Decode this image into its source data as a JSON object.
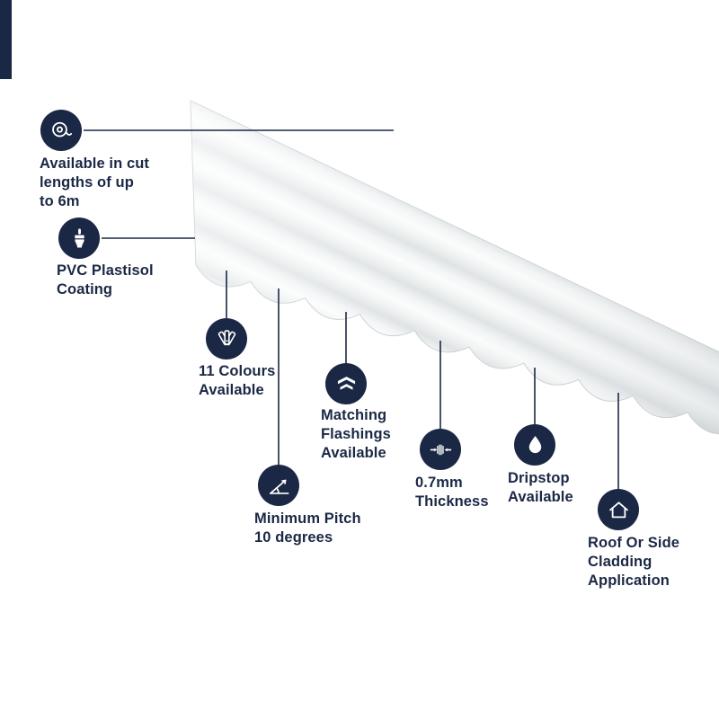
{
  "colors": {
    "navy": "#1b2845",
    "sheet_light": "#fbfcfc",
    "sheet_mid": "#eef1f2",
    "sheet_dark": "#e2e6e8",
    "background": "#ffffff"
  },
  "callouts": [
    {
      "icon": "tape-measure-icon",
      "label": "Available in cut\nlengths of up\nto 6m"
    },
    {
      "icon": "paint-brush-icon",
      "label": "PVC Plastisol\nCoating"
    },
    {
      "icon": "colour-fan-icon",
      "label": "11 Colours\nAvailable"
    },
    {
      "icon": "pitch-angle-icon",
      "label": "Minimum Pitch\n10 degrees"
    },
    {
      "icon": "flashing-icon",
      "label": "Matching\nFlashings\nAvailable"
    },
    {
      "icon": "thickness-icon",
      "label": "0.7mm\nThickness"
    },
    {
      "icon": "water-drop-icon",
      "label": "Dripstop\nAvailable"
    },
    {
      "icon": "house-icon",
      "label": "Roof Or Side\nCladding\nApplication"
    }
  ]
}
